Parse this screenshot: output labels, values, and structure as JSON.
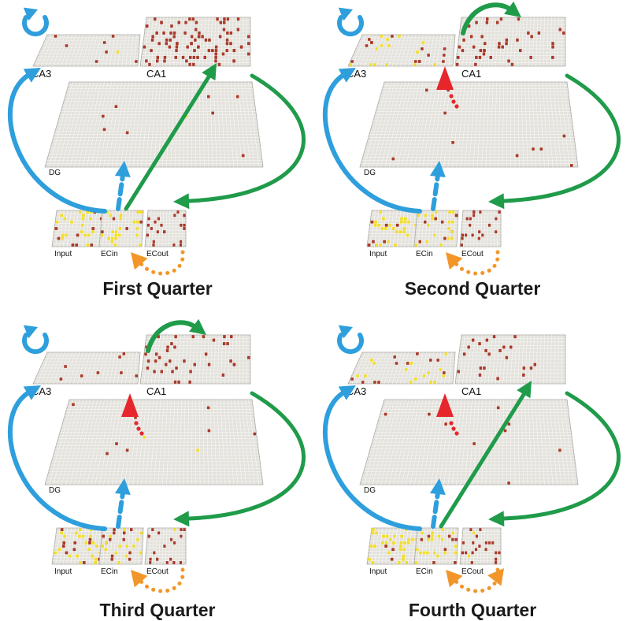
{
  "labels": {
    "ca3": "CA3",
    "ca1": "CA1",
    "dg": "DG",
    "input": "Input",
    "ecin": "ECin",
    "ecout": "ECout"
  },
  "colors": {
    "blue": "#2e9fdc",
    "green": "#1f9b4a",
    "red": "#e6262b",
    "orange": "#f3962a",
    "grid_fill": "#e4e2dc",
    "grid_line": "#a9a7a2",
    "active_dark": "#a83a2a",
    "active_yellow": "#f2de2a"
  },
  "panels": [
    {
      "id": "q1",
      "title": "First Quarter",
      "arrows": {
        "blue_loop": true,
        "blue_arc": true,
        "blue_dashed": true,
        "green_diagonal": true,
        "green_arc": true,
        "green_ca3_ca1": false,
        "red_up": false,
        "orange_dotted": true
      }
    },
    {
      "id": "q2",
      "title": "Second Quarter",
      "arrows": {
        "blue_loop": true,
        "blue_arc": true,
        "blue_dashed": true,
        "green_diagonal": false,
        "green_arc": true,
        "green_ca3_ca1": true,
        "red_up": true,
        "orange_dotted": true
      }
    },
    {
      "id": "q3",
      "title": "Third Quarter",
      "arrows": {
        "blue_loop": true,
        "blue_arc": true,
        "blue_dashed": true,
        "green_diagonal": false,
        "green_arc": true,
        "green_ca3_ca1": true,
        "red_up": true,
        "orange_dotted": true
      }
    },
    {
      "id": "q4",
      "title": "Fourth Quarter",
      "arrows": {
        "blue_loop": true,
        "blue_arc": true,
        "blue_dashed": true,
        "green_diagonal": true,
        "green_arc": true,
        "green_ca3_ca1": false,
        "red_up": true,
        "orange_dotted": true
      }
    }
  ]
}
